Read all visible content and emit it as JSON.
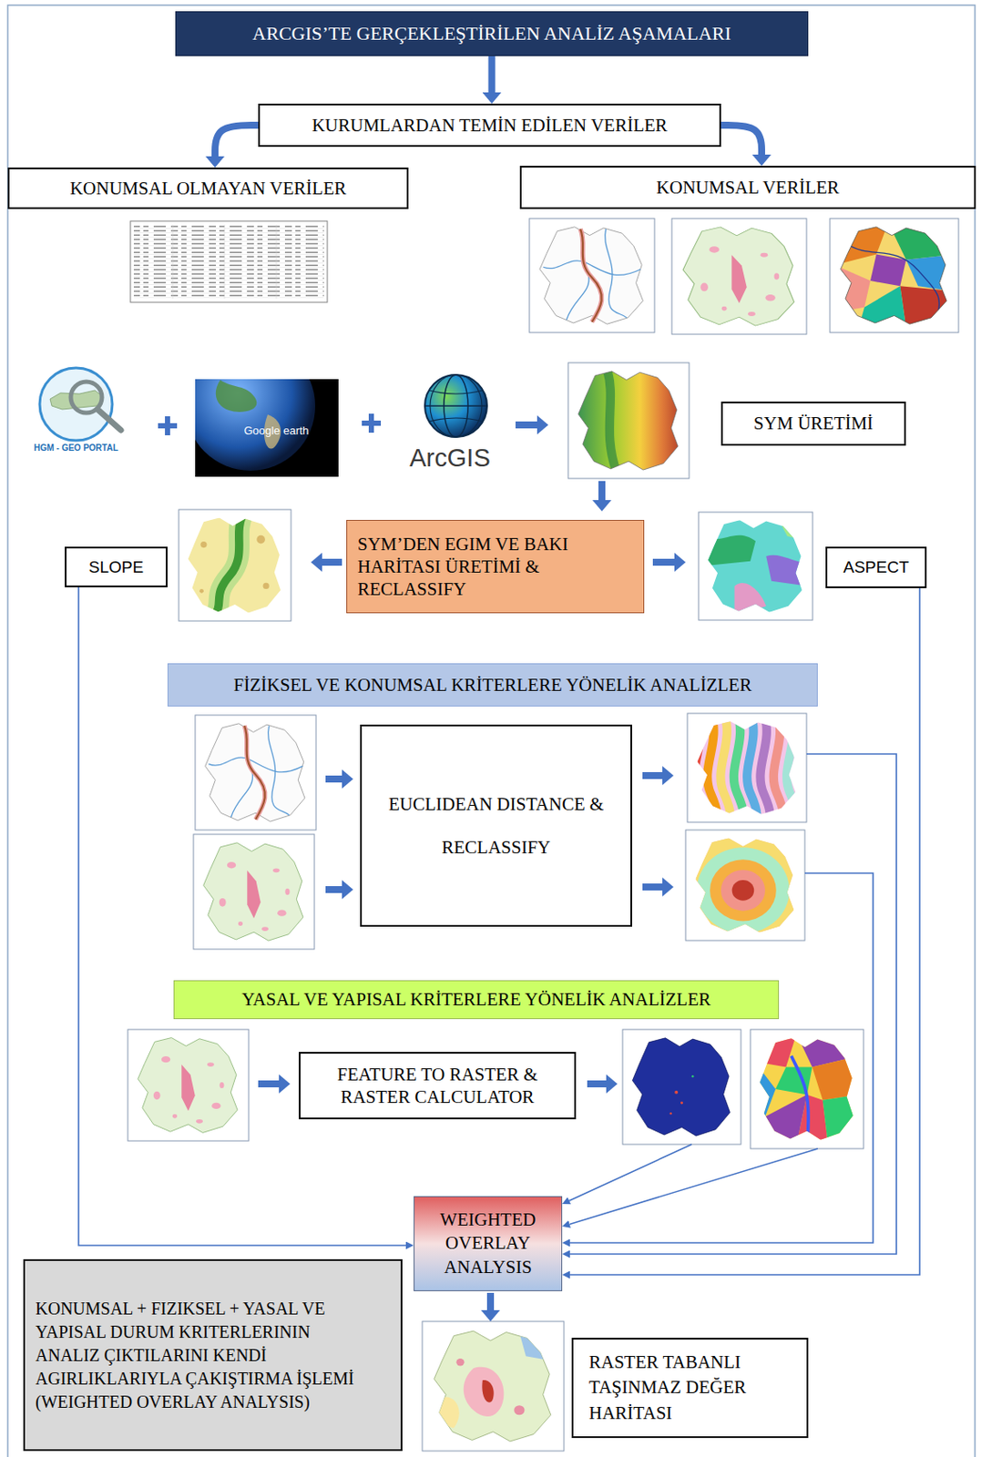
{
  "diagram": {
    "nodes": [
      {
        "text": [
          "ARCGIS’TE GERÇEKLEŞTİRİLEN ANALİZ AŞAMALARI"
        ]
      },
      {
        "text": [
          "KURUMLARDAN TEMİN EDİLEN VERİLER"
        ]
      },
      {
        "text": [
          "KONUMSAL OLMAYAN VERİLER"
        ]
      },
      {
        "text": [
          "KONUMSAL VERİLER"
        ]
      },
      {
        "text": [
          "SYM ÜRETİMİ"
        ]
      },
      {
        "text": [
          "SYM’DEN EGIM VE BAKI HARİTASI ÜRETİMİ & RECLASSIFY"
        ]
      },
      {
        "text": [
          "SLOPE"
        ]
      },
      {
        "text": [
          "ASPECT"
        ]
      },
      {
        "text": [
          "FİZİKSEL VE KONUMSAL KRİTERLERE YÖNELİK ANALİZLER"
        ]
      },
      {
        "text": [
          "EUCLIDEAN DISTANCE & RECLASSIFY"
        ]
      },
      {
        "text": [
          "YASAL VE YAPISAL KRİTERLERE YÖNELİK ANALİZLER"
        ]
      },
      {
        "text": [
          "FEATURE TO RASTER & RASTER CALCULATOR"
        ]
      },
      {
        "text": [
          "WEIGHTED OVERLAY ANALYSIS"
        ]
      },
      {
        "text": [
          "KONUMSAL + FIZIKSEL + YASAL VE YAPISAL DURUM KRITERLERININ ANALIZ ÇIKTILARINI KENDİ AGIRLIKLARIYLA ÇAKIŞTIRMA İŞLEMİ (WEIGHTED OVERLAY ANALYSIS)"
        ]
      },
      {
        "text": [
          "RASTER TABANLI TAŞINMAZ DEĞER HARİTASI"
        ]
      }
    ],
    "edges": [
      {
        "from": 0,
        "to": 1,
        "arrow": "to"
      },
      {
        "from": 1,
        "to": 2,
        "arrow": "to"
      },
      {
        "from": 1,
        "to": 3,
        "arrow": "to"
      },
      {
        "from": 6,
        "to": 12,
        "arrow": "to"
      },
      {
        "from": 7,
        "to": 12,
        "arrow": "to"
      }
    ],
    "labels": [
      "HGM - GEO PORTAL",
      "Google earth",
      "ArcGIS"
    ]
  }
}
